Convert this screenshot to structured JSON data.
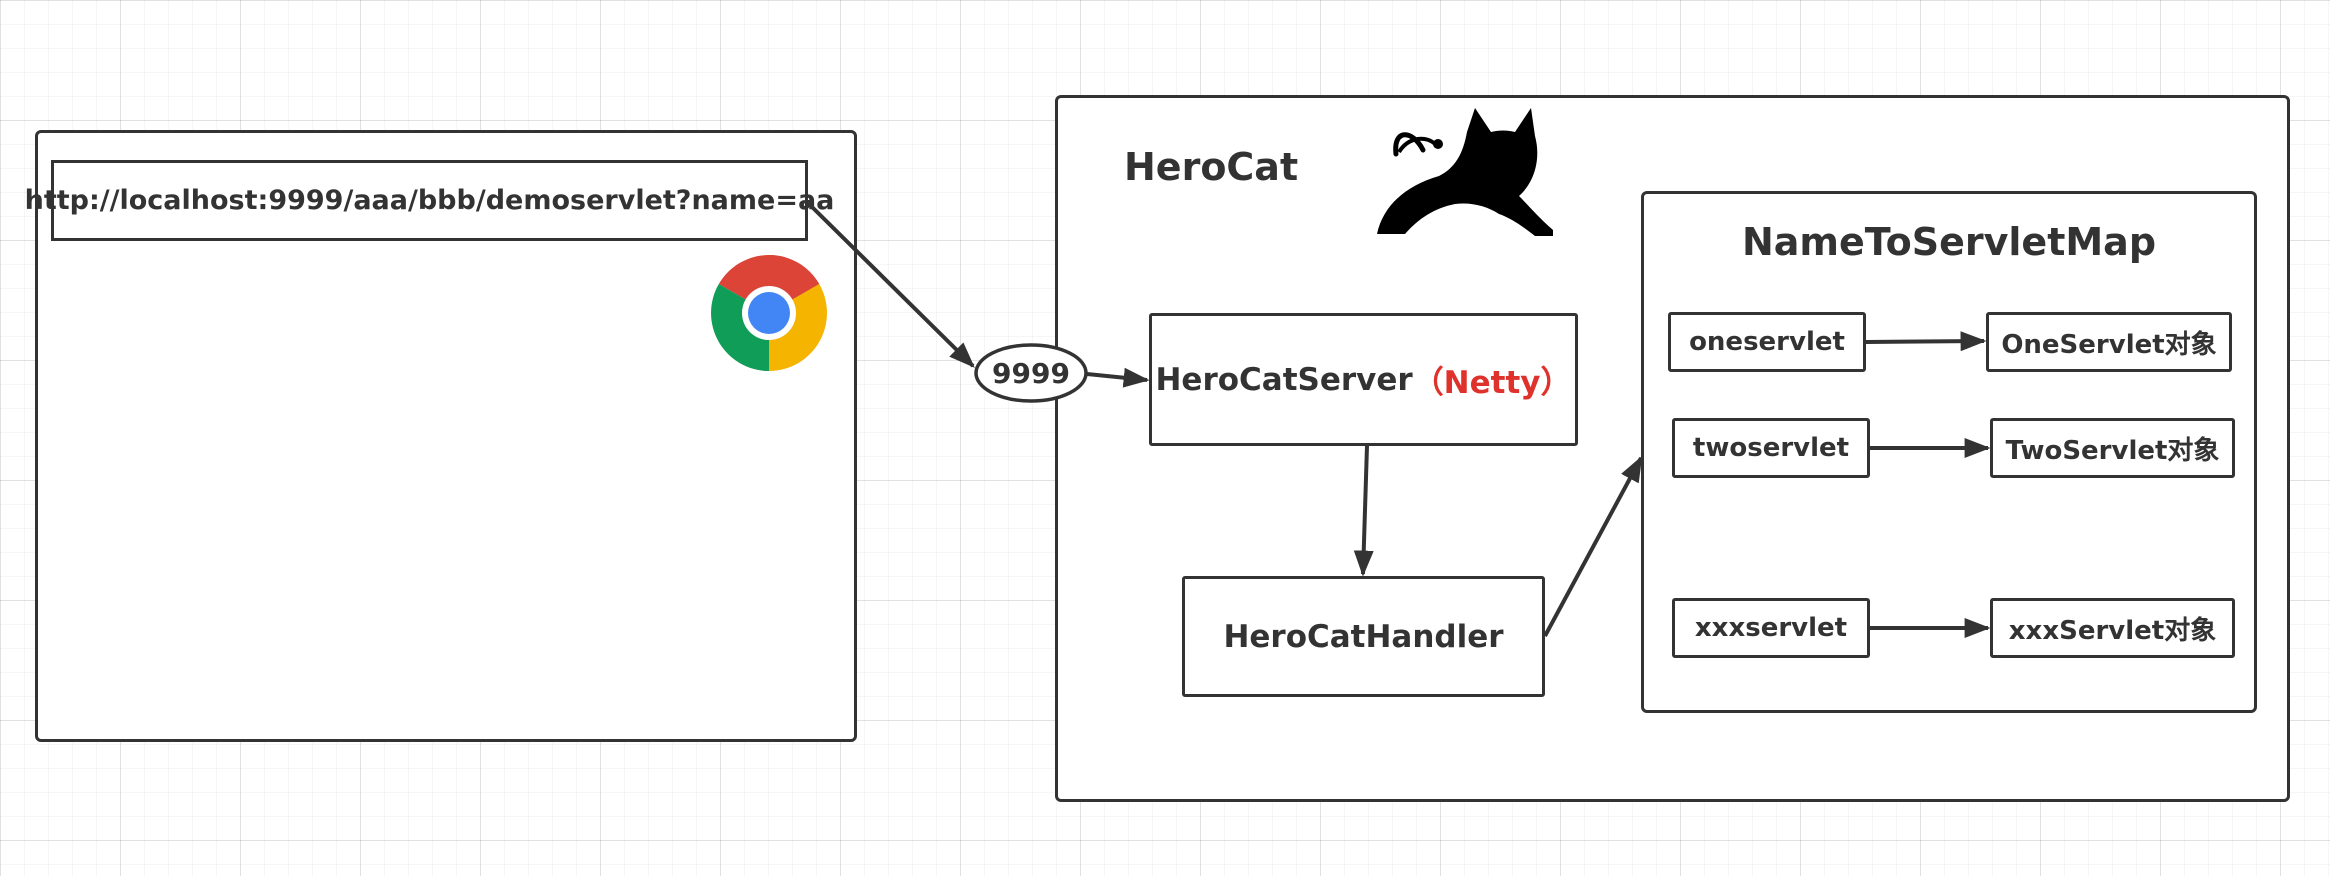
{
  "colors": {
    "stroke": "#333333",
    "accent": "#E0322C",
    "chrome_red": "#DB4437",
    "chrome_green": "#0F9D58",
    "chrome_yellow": "#F4B400",
    "chrome_blue": "#4285F4"
  },
  "icons": {
    "browser": "chrome-logo-icon",
    "server": "tomcat-cat-icon"
  },
  "browser": {
    "url": "http://localhost:9999/aaa/bbb/demoservlet?name=aa"
  },
  "port": "9999",
  "herocat": {
    "title": "HeroCat",
    "server_label": "HeroCatServer",
    "server_accent": "（Netty）",
    "handler_label": "HeroCatHandler"
  },
  "servlet_map": {
    "title": "NameToServletMap",
    "entries": [
      {
        "name": "oneservlet",
        "object": "OneServlet对象"
      },
      {
        "name": "twoservlet",
        "object": "TwoServlet对象"
      },
      {
        "name": "xxxservlet",
        "object": "xxxServlet对象"
      }
    ]
  }
}
